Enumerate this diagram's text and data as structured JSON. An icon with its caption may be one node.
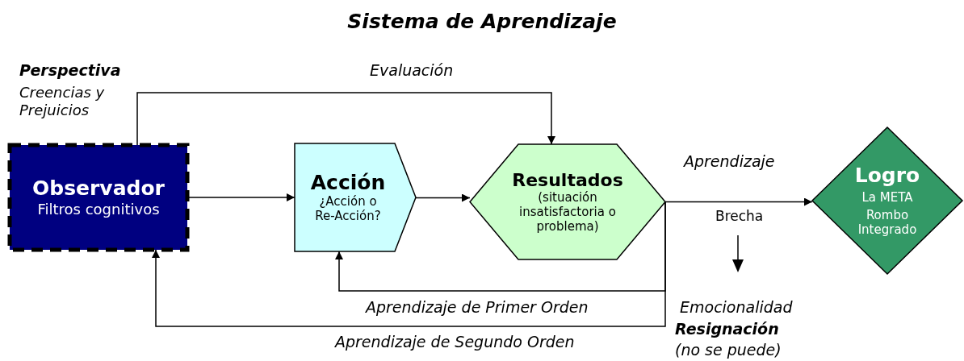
{
  "diagram": {
    "title": "Sistema de Aprendizaje",
    "nodes": [
      {
        "text": [
          "Observador",
          "Filtros cognitivos"
        ],
        "beside": [
          "Perspectiva",
          "Creencias y Prejuicios"
        ]
      },
      {
        "text": [
          "Acción",
          "¿Acción o Re-Acción?"
        ]
      },
      {
        "text": [
          "Resultados",
          "(situación insatisfactoria o problema)"
        ]
      },
      {
        "text": [
          "Logro",
          "La META",
          "Rombo Integrado"
        ]
      }
    ],
    "edges": [
      {
        "from": 0,
        "to": 1,
        "arrow": "to"
      },
      {
        "from": 1,
        "to": 2,
        "arrow": "to"
      },
      {
        "from": 2,
        "to": 3,
        "arrow": "to",
        "label": "Aprendizaje"
      },
      {
        "from": 0,
        "to": 2,
        "arrow": "to",
        "label": "Evaluación"
      },
      {
        "from": 2,
        "to": 1,
        "arrow": "to",
        "label": "Aprendizaje de Primer Orden"
      },
      {
        "from": 2,
        "to": 0,
        "arrow": "to",
        "label": "Aprendizaje de Segundo Orden"
      }
    ],
    "labels": [
      "Brecha",
      "Emocionalidad",
      "Resignación",
      "(no se puede)"
    ]
  }
}
